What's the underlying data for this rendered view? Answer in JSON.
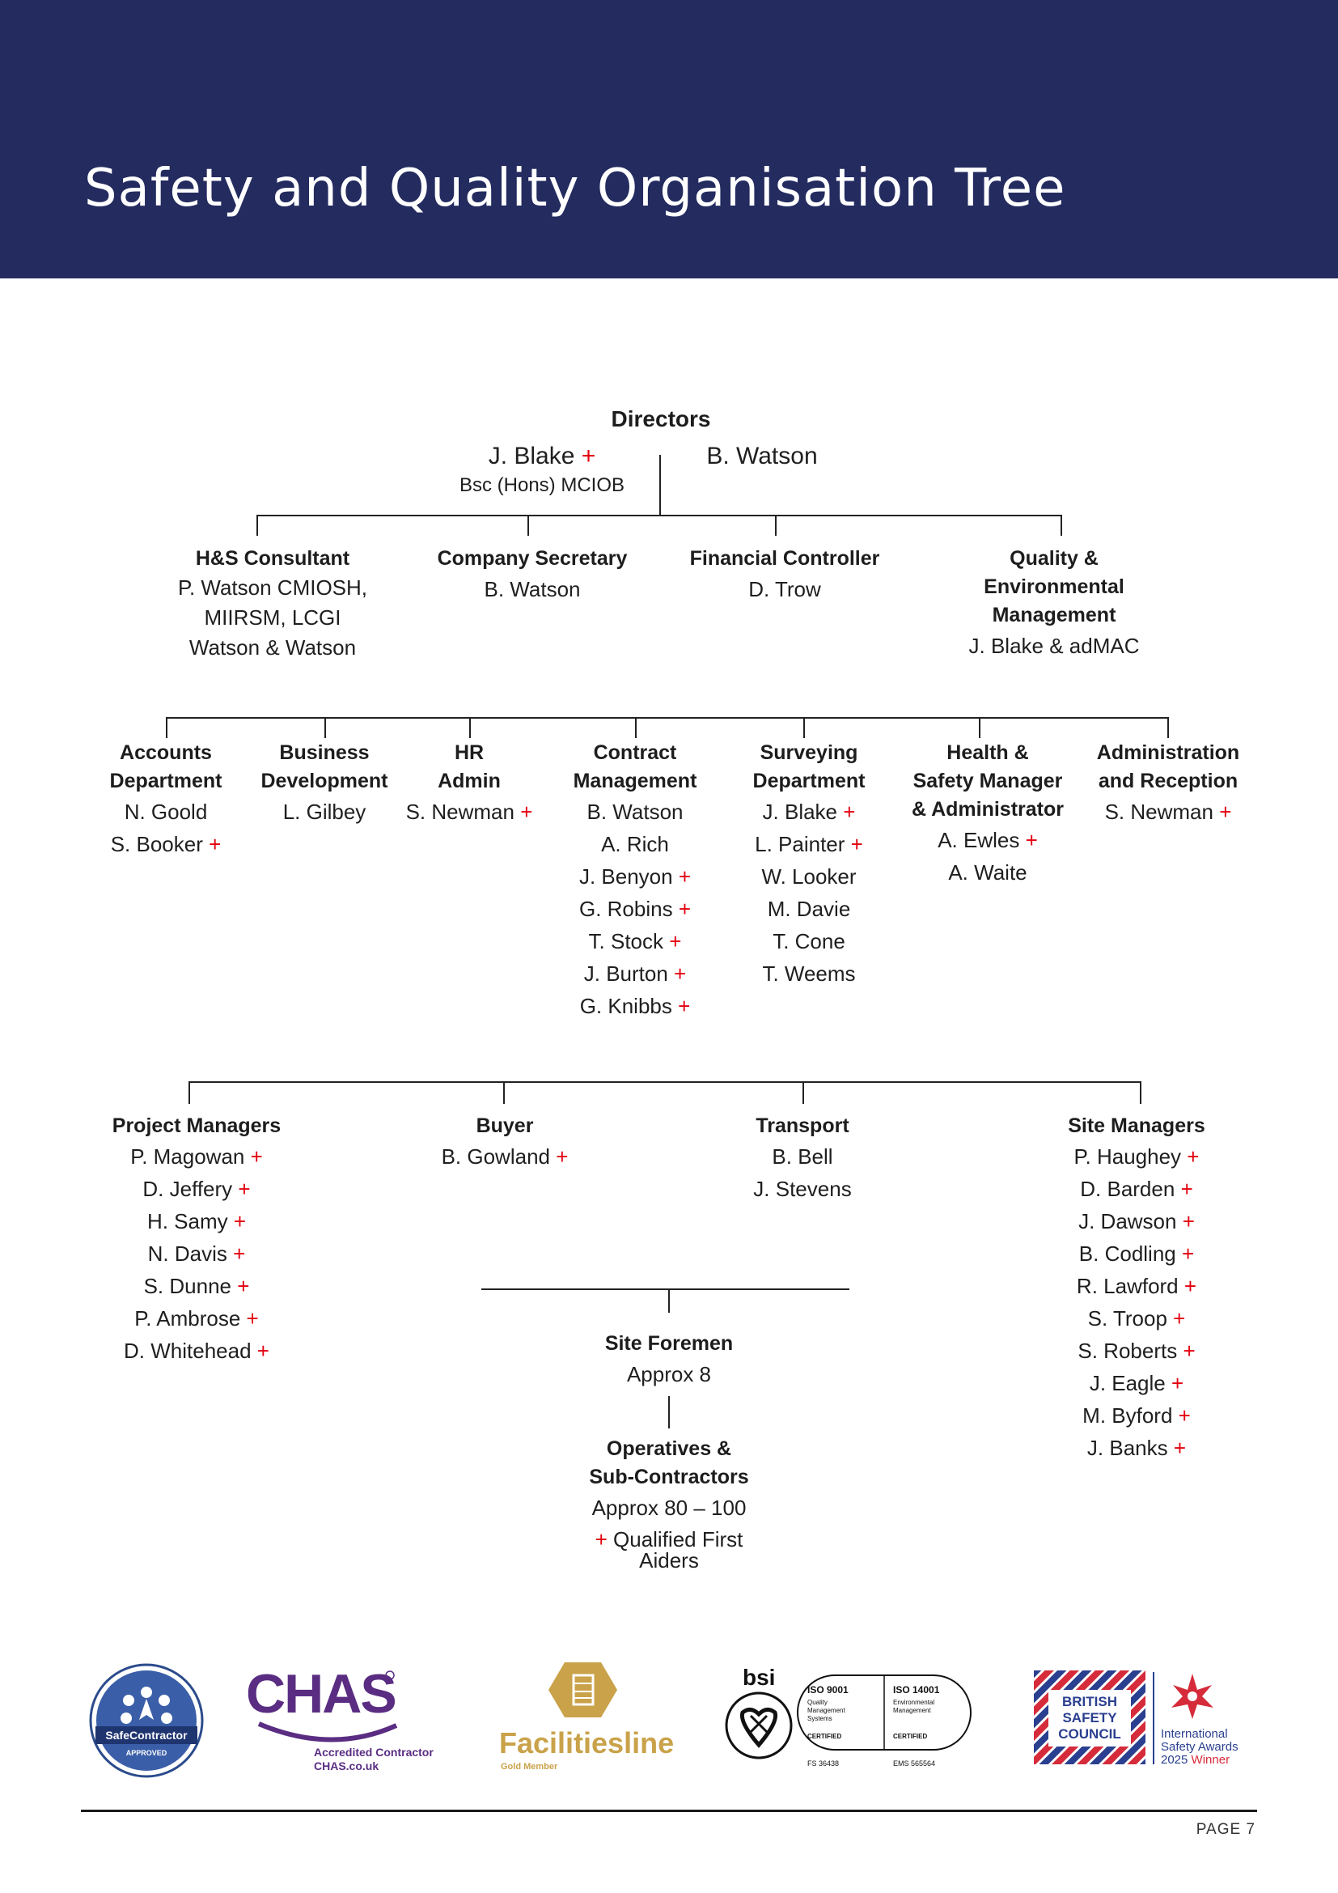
{
  "header": {
    "title": "Safety and Quality Organisation Tree"
  },
  "directors": {
    "heading": "Directors",
    "left_name": "J. Blake",
    "left_plus": "+",
    "left_quals": "Bsc (Hons) MCIOB",
    "right_name": "B. Watson"
  },
  "level2": [
    {
      "heading_lines": [
        "H&S Consultant"
      ],
      "names": [
        "P. Watson CMIOSH,",
        "MIIRSM, LCGI",
        "Watson & Watson"
      ]
    },
    {
      "heading_lines": [
        "Company Secretary"
      ],
      "names": [
        "B. Watson"
      ]
    },
    {
      "heading_lines": [
        "Financial Controller"
      ],
      "names": [
        "D. Trow"
      ]
    },
    {
      "heading_lines": [
        "Quality &",
        "Environmental",
        "Management"
      ],
      "names": [
        "J. Blake & adMAC"
      ]
    }
  ],
  "level3": [
    {
      "heading_lines": [
        "Accounts",
        "Department"
      ],
      "names": [
        {
          "text": "N. Goold",
          "mark": ""
        },
        {
          "text": "S. Booker",
          "mark": "+"
        }
      ]
    },
    {
      "heading_lines": [
        "Business",
        "Development"
      ],
      "names": [
        {
          "text": "L. Gilbey",
          "mark": ""
        }
      ]
    },
    {
      "heading_lines": [
        "HR",
        "Admin"
      ],
      "names": [
        {
          "text": "S. Newman",
          "mark": "+"
        }
      ]
    },
    {
      "heading_lines": [
        "Contract",
        "Management"
      ],
      "names": [
        {
          "text": "B. Watson",
          "mark": ""
        },
        {
          "text": "A. Rich",
          "mark": ""
        },
        {
          "text": "J. Benyon",
          "mark": "+"
        },
        {
          "text": "G. Robins",
          "mark": "+"
        },
        {
          "text": "T. Stock",
          "mark": "+"
        },
        {
          "text": "J. Burton",
          "mark": "+"
        },
        {
          "text": "G. Knibbs",
          "mark": "+"
        }
      ]
    },
    {
      "heading_lines": [
        "Surveying",
        "Department"
      ],
      "names": [
        {
          "text": "J. Blake",
          "mark": "+"
        },
        {
          "text": "L. Painter",
          "mark": "+"
        },
        {
          "text": "W. Looker",
          "mark": ""
        },
        {
          "text": "M. Davie",
          "mark": ""
        },
        {
          "text": "T. Cone",
          "mark": ""
        },
        {
          "text": "T. Weems",
          "mark": ""
        }
      ]
    },
    {
      "heading_lines": [
        "Health &",
        "Safety Manager",
        "& Administrator"
      ],
      "names": [
        {
          "text": "A. Ewles",
          "mark": "+"
        },
        {
          "text": "A. Waite",
          "mark": ""
        }
      ]
    },
    {
      "heading_lines": [
        "Administration",
        "and Reception"
      ],
      "names": [
        {
          "text": "S. Newman",
          "mark": "+"
        }
      ]
    }
  ],
  "level4": [
    {
      "heading_lines": [
        "Project Managers"
      ],
      "names": [
        {
          "text": "P. Magowan",
          "mark": "+"
        },
        {
          "text": "D. Jeffery",
          "mark": "+"
        },
        {
          "text": "H. Samy",
          "mark": "+"
        },
        {
          "text": "N. Davis",
          "mark": "+"
        },
        {
          "text": "S. Dunne",
          "mark": "+"
        },
        {
          "text": "P. Ambrose",
          "mark": "+"
        },
        {
          "text": "D. Whitehead",
          "mark": "+"
        }
      ]
    },
    {
      "heading_lines": [
        "Buyer"
      ],
      "names": [
        {
          "text": "B. Gowland",
          "mark": "+"
        }
      ]
    },
    {
      "heading_lines": [
        "Transport"
      ],
      "names": [
        {
          "text": "B. Bell",
          "mark": ""
        },
        {
          "text": "J. Stevens",
          "mark": ""
        }
      ]
    },
    {
      "heading_lines": [
        "Site Managers"
      ],
      "names": [
        {
          "text": "P. Haughey",
          "mark": "+"
        },
        {
          "text": "D. Barden",
          "mark": "+"
        },
        {
          "text": "J. Dawson",
          "mark": "+"
        },
        {
          "text": "B. Codling",
          "mark": "+"
        },
        {
          "text": "R. Lawford",
          "mark": "+"
        },
        {
          "text": "S. Troop",
          "mark": "+"
        },
        {
          "text": "S. Roberts",
          "mark": "+"
        },
        {
          "text": "J. Eagle",
          "mark": "+"
        },
        {
          "text": "M. Byford",
          "mark": "+"
        },
        {
          "text": "J. Banks",
          "mark": "+"
        }
      ]
    }
  ],
  "site_foremen": {
    "heading": "Site Foremen",
    "count": "Approx 8"
  },
  "operatives": {
    "heading_line1": "Operatives &",
    "heading_line2": "Sub-Contractors",
    "count": "Approx 80 – 100",
    "legend_mark": "+",
    "legend_line1": "Qualified First",
    "legend_line2": "Aiders"
  },
  "logos": {
    "safecontractor": {
      "name": "SafeContractor",
      "sub": "APPROVED"
    },
    "chas": {
      "wordmark": "CHAS",
      "line1": "Accredited Contractor",
      "line2": "CHAS.co.uk"
    },
    "facilitiesline": {
      "wordmark": "Facilitiesline",
      "sub": "Gold Member"
    },
    "bsi": {
      "brand": "bsi",
      "cert1_title": "ISO 9001",
      "cert1_desc1": "Quality",
      "cert1_desc2": "Management",
      "cert1_desc3": "Systems",
      "cert1_status": "CERTIFIED",
      "cert1_num": "FS 36438",
      "cert2_title": "ISO 14001",
      "cert2_desc1": "Environmental",
      "cert2_desc2": "Management",
      "cert2_status": "CERTIFIED",
      "cert2_num": "EMS 565564"
    },
    "bsc": {
      "line1": "BRITISH",
      "line2": "SAFETY",
      "line3": "COUNCIL",
      "award1": "International",
      "award2": "Safety Awards",
      "award3_year": "2025",
      "award3_word": "Winner"
    }
  },
  "footer": {
    "page_label": "PAGE 7"
  },
  "colors": {
    "banner": "#232b5f",
    "first_aid_mark": "#e3000f",
    "chas_purple": "#5a2d82",
    "facilities_gold": "#c9a24a",
    "bsc_blue": "#2a3f8f",
    "bsc_red": "#d52b3a"
  }
}
